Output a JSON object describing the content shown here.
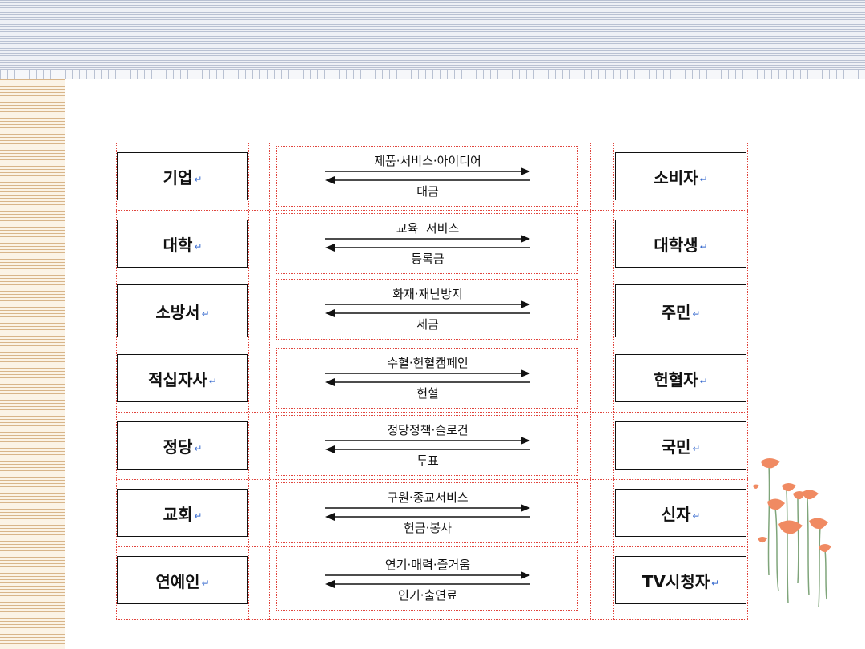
{
  "rows": [
    {
      "left": "기업",
      "forward": "제품·서비스·아이디어",
      "backward": "대금",
      "right": "소비자"
    },
    {
      "left": "대학",
      "forward": "교육  서비스",
      "backward": "등록금",
      "right": "대학생"
    },
    {
      "left": "소방서",
      "forward": "화재·재난방지",
      "backward": "세금",
      "right": "주민"
    },
    {
      "left": "적십자사",
      "forward": "수혈·헌혈캠페인",
      "backward": "헌혈",
      "right": "헌혈자"
    },
    {
      "left": "정당",
      "forward": "정당정책·슬로건",
      "backward": "투표",
      "right": "국민"
    },
    {
      "left": "교회",
      "forward": "구원·종교서비스",
      "backward": "헌금·봉사",
      "right": "신자"
    },
    {
      "left": "연예인",
      "forward": "연기·매력·즐거움",
      "backward": "인기·출연료",
      "right": "TV시청자"
    }
  ],
  "colors": {
    "border_dotted": "#e0443c",
    "return_mark": "#3a6ccf",
    "top_band": "#b9c1d2",
    "left_band": "#d8b58a"
  }
}
